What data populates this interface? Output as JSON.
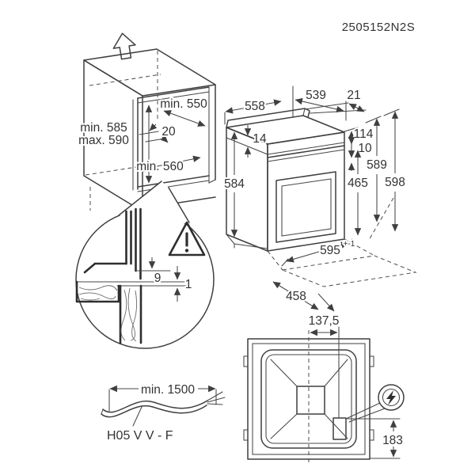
{
  "code": "2505152N2S",
  "cabinet": {
    "niche_depth_top": "min. 550",
    "rear_vent_gap": "20",
    "niche_depth_bottom": "min. 560",
    "niche_height_min": "min. 585",
    "niche_height_max": "max. 590"
  },
  "oven": {
    "top_width": "558",
    "top_depth": "539",
    "rear_trim_depth": "21",
    "top_trim_height": "14",
    "body_height": "584",
    "control_panel_height": "114",
    "panel_door_gap": "10",
    "front_height": "589",
    "total_height": "598",
    "door_height": "465",
    "front_width": "595",
    "front_width_tolerance": "+-1",
    "plinth_depth": "458"
  },
  "joint_detail": {
    "trim_overhang": "9",
    "clearance": "1"
  },
  "power_cable": {
    "min_length": "min. 1500",
    "cable_type": "H05 V V - F"
  },
  "rear_view": {
    "junction_box_offset_x": "137,5",
    "junction_box_offset_y": "183"
  },
  "icons": {
    "installation_direction": "up-arrow",
    "caution": "warning-triangle",
    "power_connection": "lightning-bolt"
  }
}
